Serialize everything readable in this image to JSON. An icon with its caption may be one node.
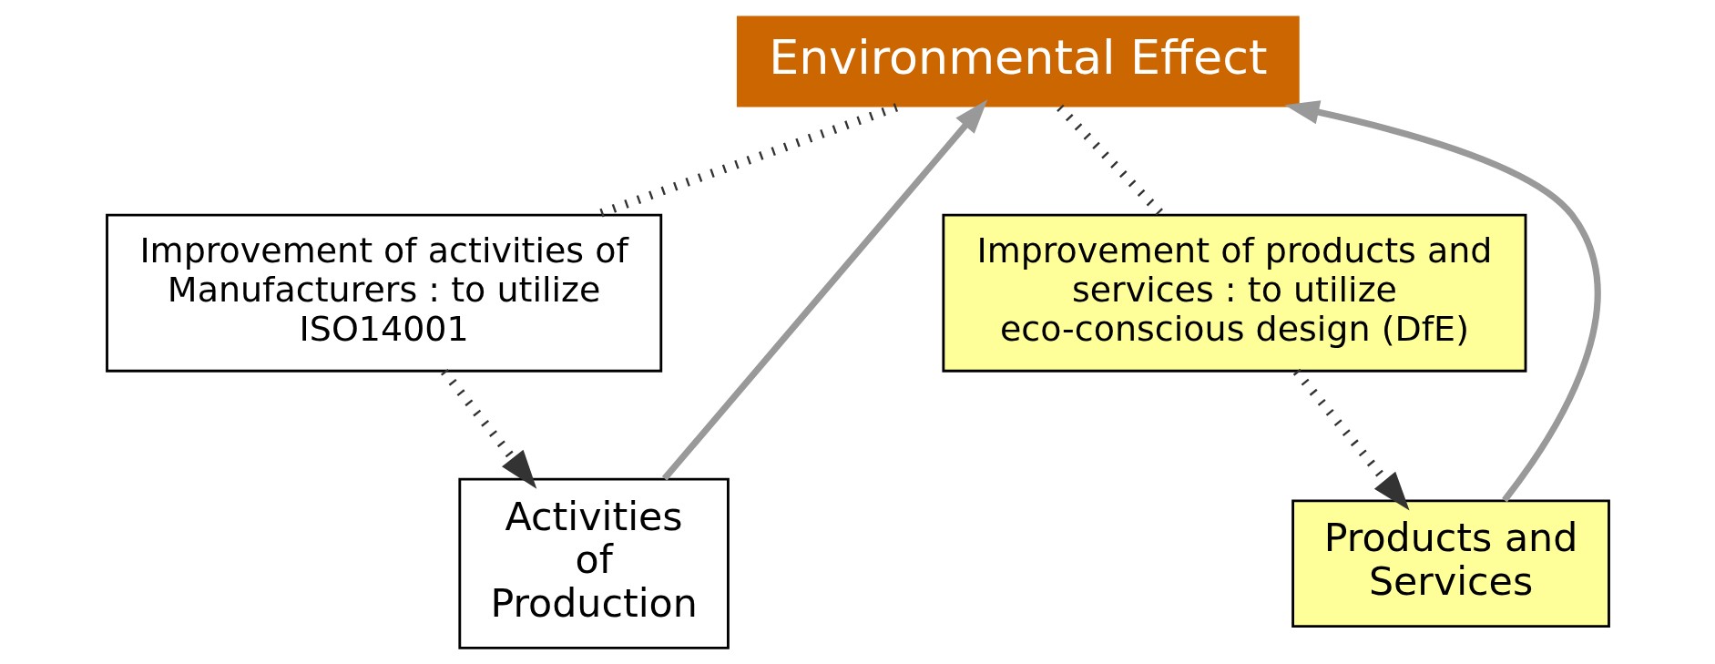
{
  "diagram": {
    "nodes": [
      {
        "text": [
          "Environmental Effect"
        ]
      },
      {
        "text": [
          "Improvement of activities of Manufacturers : to utilize ISO14001"
        ]
      },
      {
        "text": [
          "Improvement of products and services : to utilize eco-conscious design (DfE)"
        ]
      },
      {
        "text": [
          "Activities of Production"
        ]
      },
      {
        "text": [
          "Products and Services"
        ]
      }
    ],
    "edges": [
      {
        "from": 0,
        "to": 1,
        "arrow": "none",
        "style": "dashed"
      },
      {
        "from": 1,
        "to": 3,
        "arrow": "to",
        "style": "dashed"
      },
      {
        "from": 0,
        "to": 2,
        "arrow": "none",
        "style": "dashed"
      },
      {
        "from": 2,
        "to": 4,
        "arrow": "to",
        "style": "dashed"
      },
      {
        "from": 3,
        "to": 0,
        "arrow": "to",
        "color": "#999999"
      },
      {
        "from": 4,
        "to": 0,
        "arrow": "to",
        "color": "#999999"
      }
    ]
  }
}
